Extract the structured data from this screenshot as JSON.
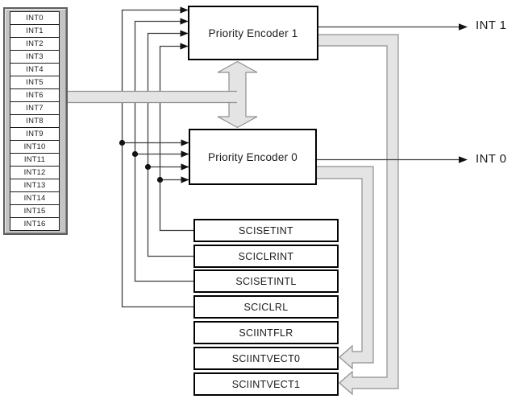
{
  "diagram": {
    "int_stack": {
      "items": [
        "INT0",
        "INT1",
        "INT2",
        "INT3",
        "INT4",
        "INT5",
        "INT6",
        "INT7",
        "INT8",
        "INT9",
        "INT10",
        "INT11",
        "INT12",
        "INT13",
        "INT14",
        "INT15",
        "INT16"
      ]
    },
    "encoders": {
      "encoder1_label": "Priority Encoder 1",
      "encoder0_label": "Priority Encoder 0"
    },
    "registers": [
      "SCISETINT",
      "SCICLRINT",
      "SCISETINTL",
      "SCICLRL",
      "SCIINTFLR",
      "SCIINTVECT0",
      "SCIINTVECT1"
    ],
    "outputs": {
      "int1_label": "INT 1",
      "int0_label": "INT 0"
    },
    "colors": {
      "box_border": "#000000",
      "thin_line": "#3f3f3f",
      "bus_fill": "#e4e4e4",
      "bus_stroke": "#8f8f8f",
      "stack_fill": "#c5c5c5"
    }
  }
}
